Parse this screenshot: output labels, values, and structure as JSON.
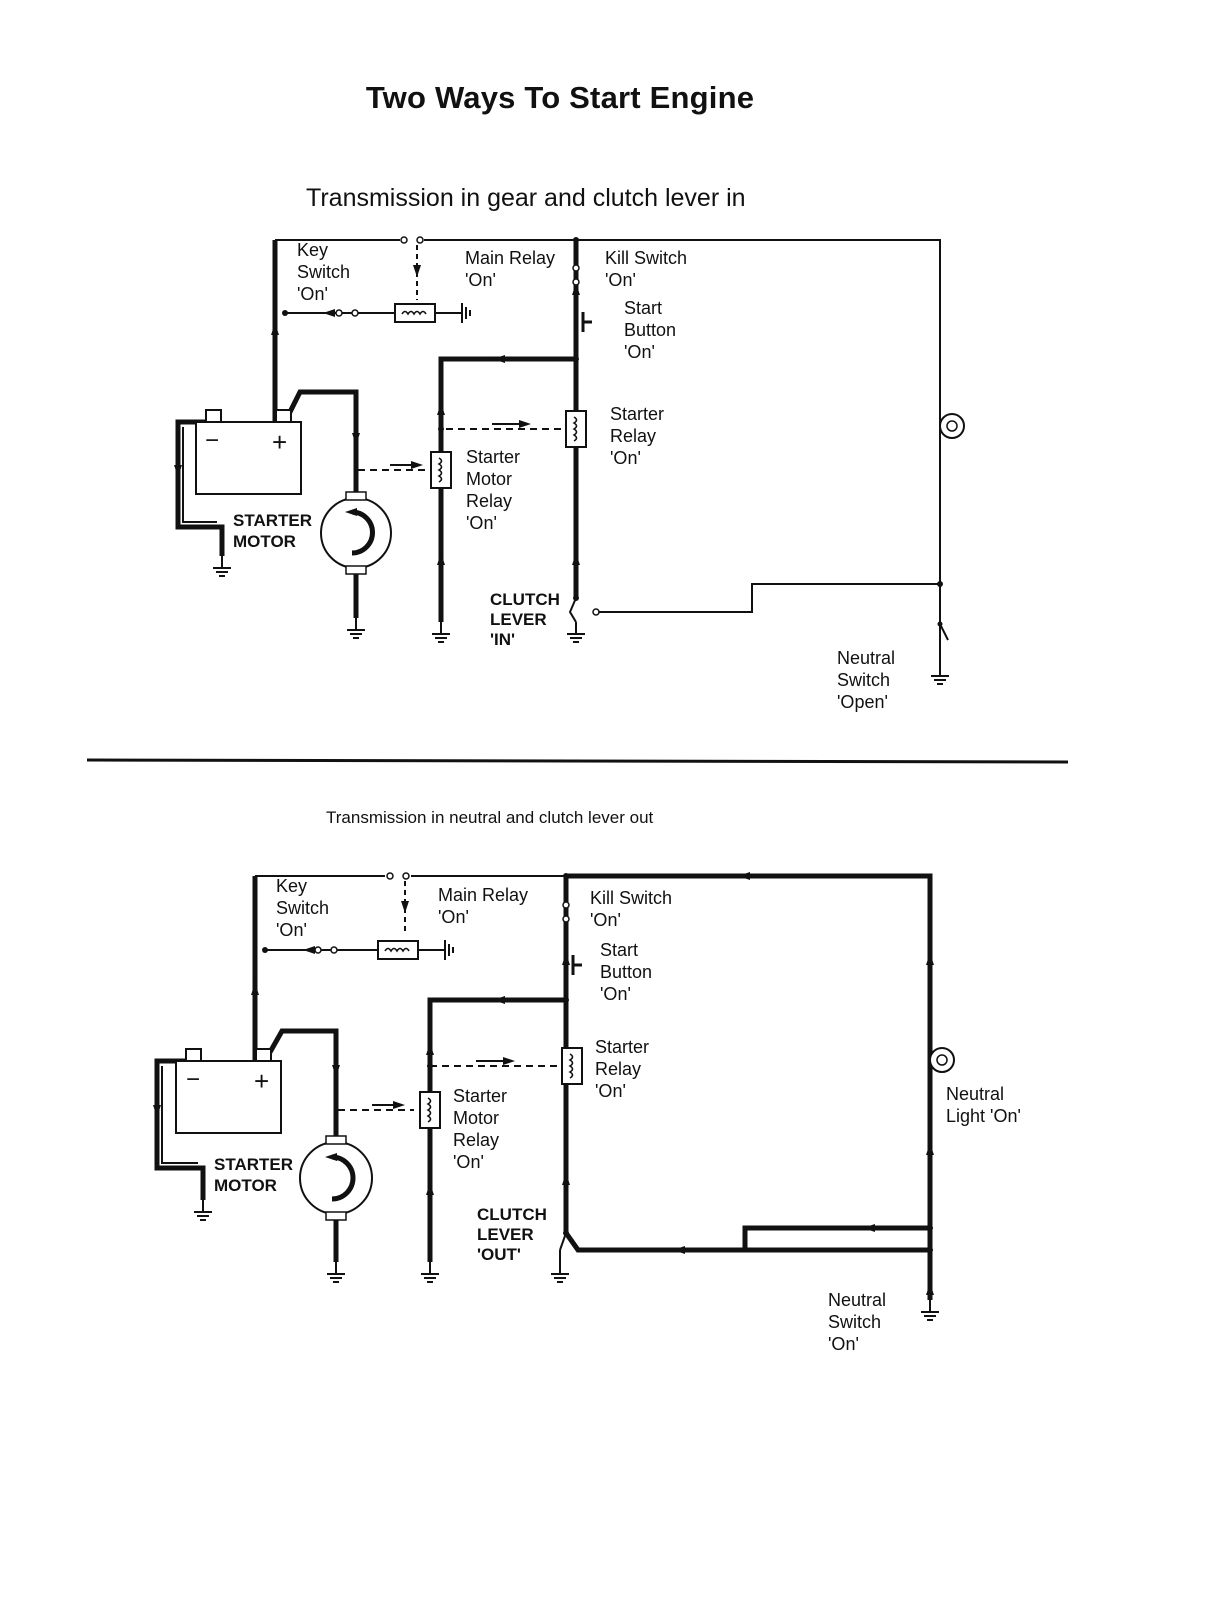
{
  "title": "Two Ways To Start Engine",
  "diagram1": {
    "subtitle": "Transmission in gear and clutch lever in",
    "key_switch": [
      "Key",
      "Switch",
      "'On'"
    ],
    "main_relay": [
      "Main Relay",
      "'On'"
    ],
    "kill_switch": [
      "Kill Switch",
      "'On'"
    ],
    "start_button": [
      "Start",
      "Button",
      "'On'"
    ],
    "starter_relay": [
      "Starter",
      "Relay",
      "'On'"
    ],
    "starter_motor_relay": [
      "Starter",
      "Motor",
      "Relay",
      "'On'"
    ],
    "starter_motor": [
      "STARTER",
      "MOTOR"
    ],
    "clutch_lever": [
      "CLUTCH",
      "LEVER",
      "'IN'"
    ],
    "neutral_switch": [
      "Neutral",
      "Switch",
      "'Open'"
    ],
    "battery_minus": "−",
    "battery_plus": "+"
  },
  "diagram2": {
    "subtitle": "Transmission in neutral and clutch lever out",
    "key_switch": [
      "Key",
      "Switch",
      "'On'"
    ],
    "main_relay": [
      "Main Relay",
      "'On'"
    ],
    "kill_switch": [
      "Kill Switch",
      "'On'"
    ],
    "start_button": [
      "Start",
      "Button",
      "'On'"
    ],
    "starter_relay": [
      "Starter",
      "Relay",
      "'On'"
    ],
    "starter_motor_relay": [
      "Starter",
      "Motor",
      "Relay",
      "'On'"
    ],
    "starter_motor": [
      "STARTER",
      "MOTOR"
    ],
    "clutch_lever": [
      "CLUTCH",
      "LEVER",
      "'OUT'"
    ],
    "neutral_light": [
      "Neutral",
      "Light 'On'"
    ],
    "neutral_switch": [
      "Neutral",
      "Switch",
      "'On'"
    ],
    "battery_minus": "−",
    "battery_plus": "+"
  }
}
